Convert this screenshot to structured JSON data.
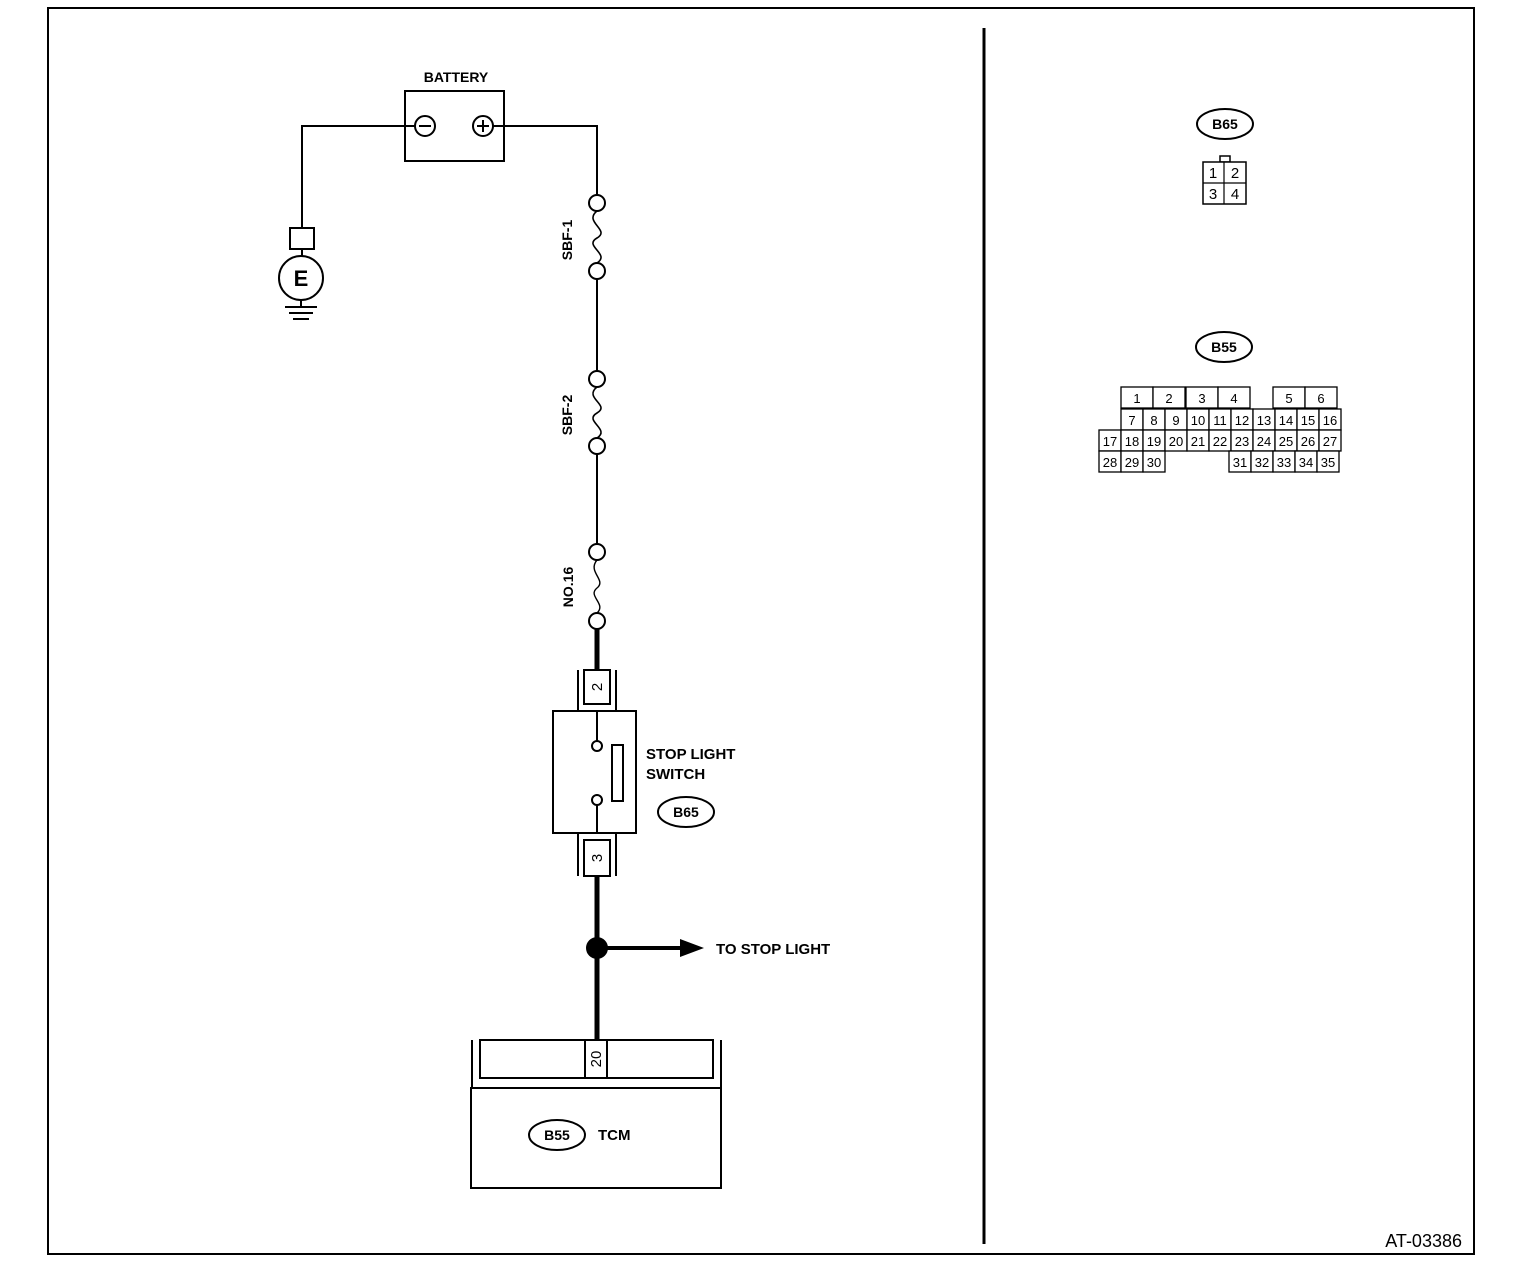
{
  "figure_id": "AT-03386",
  "battery": {
    "label": "BATTERY",
    "neg_symbol": "−",
    "pos_symbol": "+"
  },
  "ground": {
    "label": "E"
  },
  "fuses": [
    {
      "label": "SBF-1"
    },
    {
      "label": "SBF-2"
    },
    {
      "label": "NO.16"
    }
  ],
  "stop_light_switch": {
    "line1": "STOP LIGHT",
    "line2": "SWITCH",
    "connector": "B65",
    "pin_top": "2",
    "pin_bottom": "3"
  },
  "junction": {
    "label": "TO STOP LIGHT"
  },
  "tcm": {
    "label": "TCM",
    "connector": "B55",
    "pin": "20"
  },
  "connector_b65": {
    "name": "B65",
    "rows": [
      [
        "1",
        "2"
      ],
      [
        "3",
        "4"
      ]
    ]
  },
  "connector_b55": {
    "name": "B55",
    "row1": [
      "1",
      "2",
      "3",
      "4",
      "5",
      "6"
    ],
    "row2": [
      "7",
      "8",
      "9",
      "10",
      "11",
      "12",
      "13",
      "14",
      "15",
      "16"
    ],
    "row3": [
      "17",
      "18",
      "19",
      "20",
      "21",
      "22",
      "23",
      "24",
      "25",
      "26",
      "27"
    ],
    "row4_left": [
      "28",
      "29",
      "30"
    ],
    "row4_right": [
      "31",
      "32",
      "33",
      "34",
      "35"
    ]
  }
}
